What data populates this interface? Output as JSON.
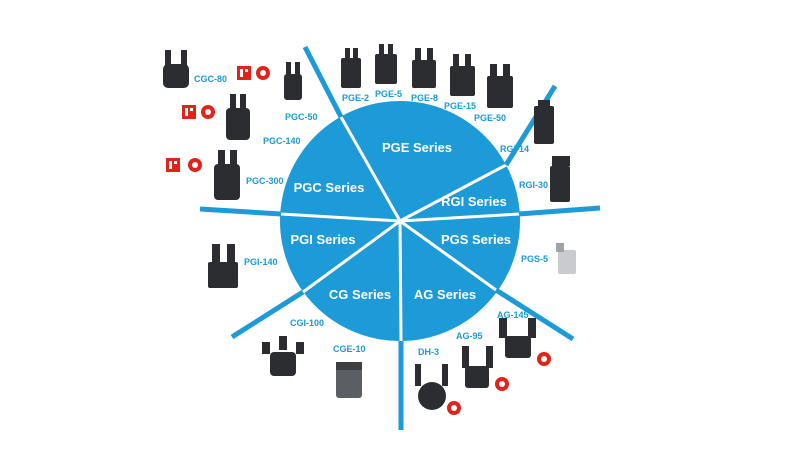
{
  "colors": {
    "brand_blue": "#1d9ad8",
    "product_dark": "#2b2d30",
    "award_red": "#e2231a"
  },
  "segments": [
    {
      "id": "pge",
      "label": "PGE Series"
    },
    {
      "id": "rgi",
      "label": "RGI Series"
    },
    {
      "id": "pgs",
      "label": "PGS Series"
    },
    {
      "id": "ag",
      "label": "AG Series"
    },
    {
      "id": "cg",
      "label": "CG Series"
    },
    {
      "id": "pgi",
      "label": "PGI Series"
    },
    {
      "id": "pgc",
      "label": "PGC Series"
    }
  ],
  "products": [
    {
      "id": "pge-2",
      "label": "PGE-2"
    },
    {
      "id": "pge-5",
      "label": "PGE-5"
    },
    {
      "id": "pge-8",
      "label": "PGE-8"
    },
    {
      "id": "pge-15",
      "label": "PGE-15"
    },
    {
      "id": "pge-50",
      "label": "PGE-50"
    },
    {
      "id": "rgi-14",
      "label": "RGI-14"
    },
    {
      "id": "rgi-30",
      "label": "RGI-30"
    },
    {
      "id": "pgs-5",
      "label": "PGS-5"
    },
    {
      "id": "ag-145",
      "label": "AG-145"
    },
    {
      "id": "ag-95",
      "label": "AG-95"
    },
    {
      "id": "dh-3",
      "label": "DH-3"
    },
    {
      "id": "cge-10",
      "label": "CGE-10"
    },
    {
      "id": "cgi-100",
      "label": "CGI-100"
    },
    {
      "id": "pgi-140",
      "label": "PGI-140"
    },
    {
      "id": "pgc-300",
      "label": "PGC-300"
    },
    {
      "id": "pgc-140",
      "label": "PGC-140"
    },
    {
      "id": "pgc-50",
      "label": "PGC-50"
    },
    {
      "id": "cgc-80",
      "label": "CGC-80"
    }
  ]
}
